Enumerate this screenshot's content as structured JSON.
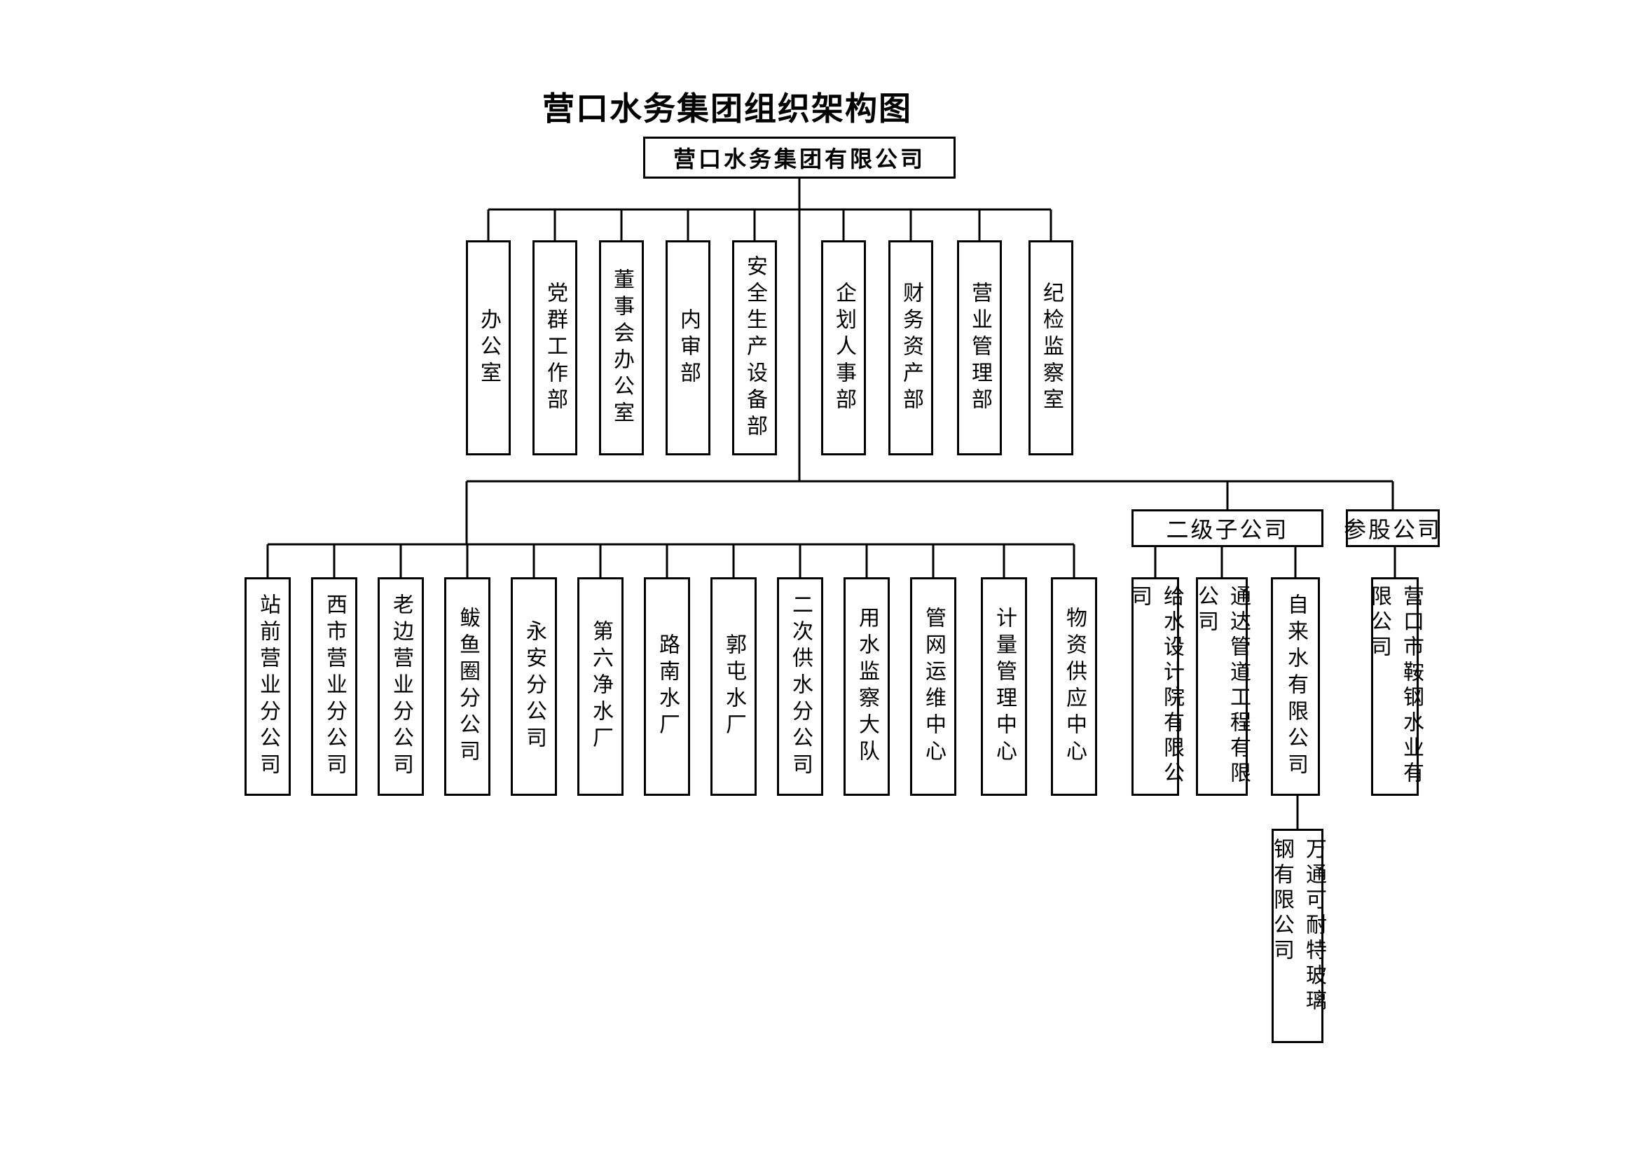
{
  "title": "营口水务集团组织架构图",
  "root": "营口水务集团有限公司",
  "departments": [
    "办公室",
    "党群工作部",
    "董事会办公室",
    "内审部",
    "安全生产设备部",
    "企划人事部",
    "财务资产部",
    "营业管理部",
    "纪检监察室"
  ],
  "branches": [
    "站前营业分公司",
    "西市营业分公司",
    "老边营业分公司",
    "鲅鱼圈分公司",
    "永安分公司",
    "第六净水厂",
    "路南水厂",
    "郭屯水厂",
    "二次供水分公司",
    "用水监察大队",
    "管网运维中心",
    "计量管理中心",
    "物资供应中心"
  ],
  "secondary_group": {
    "label": "二级子公司",
    "children": [
      "给水设计院有限公司",
      "通达管道工程有限公司",
      "自来水有限公司"
    ],
    "grandchild": "万通可耐特玻璃钢有限公司"
  },
  "equity_group": {
    "label": "参股公司",
    "children": [
      "营口市鞍钢水业有限公司"
    ]
  }
}
